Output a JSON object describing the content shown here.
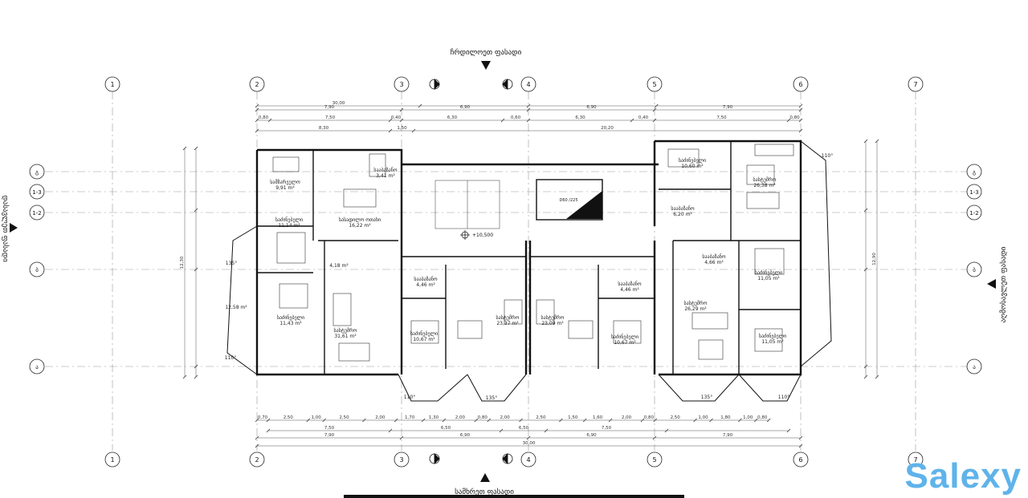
{
  "facades": {
    "north": "ჩრდილოეთ ფასადი",
    "south": "სამხრეთ ფასადი",
    "west": "დასავლეთ ფასადი",
    "east": "აღმოსავლეთ ფასადი"
  },
  "axes": {
    "columns": [
      "1",
      "2",
      "3",
      "4",
      "5",
      "6",
      "7"
    ],
    "rows": [
      "გ",
      "1-3",
      "1-2",
      "ბ",
      "ა"
    ]
  },
  "dimensions": {
    "total": "30,00",
    "top_row1": [
      "7,90",
      "6,90",
      "6,90",
      "7,90"
    ],
    "top_row2": [
      "0,80",
      "7,50",
      "0,40",
      "6,30",
      "0,60",
      "6,30",
      "0,40",
      "7,50",
      "0,80"
    ],
    "top_row3": [
      "8,30",
      "1,50",
      "20,20"
    ],
    "bottom_row1": [
      "0,70",
      "2,50",
      "1,00",
      "2,50",
      "2,00",
      "1,70",
      "1,30",
      "2,00",
      "0,80",
      "2,00",
      "2,50",
      "1,50",
      "1,60",
      "2,00",
      "0,80",
      "2,50",
      "1,00",
      "1,80",
      "1,00",
      "0,80"
    ],
    "bottom_row2": [
      "7,50",
      "6,50",
      "6,50",
      "7,50"
    ],
    "bottom_row3": [
      "7,90",
      "6,90",
      "6,90",
      "7,90"
    ],
    "left_total": "12,30",
    "right_total": "12,90",
    "level": "+10,500",
    "lift_label": "D60 /225"
  },
  "rooms": [
    {
      "name": "სამზარეულო",
      "area": "9,91 m²"
    },
    {
      "name": "სააბაზანო",
      "area": "3,41 m²"
    },
    {
      "name": "საძინებელი",
      "area": "11,14 m²"
    },
    {
      "name": "სასადილო ოთახი",
      "area": "16,22 m²"
    },
    {
      "name": "",
      "area": "4,18 m²"
    },
    {
      "name": "",
      "area": "12,58 m²"
    },
    {
      "name": "საძინებელი",
      "area": "11,43 m²"
    },
    {
      "name": "სასტუმრო",
      "area": "31,61 m²"
    },
    {
      "name": "სააბაზანო",
      "area": "4,46 m²"
    },
    {
      "name": "საძინებელი",
      "area": "10,67 m²"
    },
    {
      "name": "სასტუმრო",
      "area": "23,37 m²"
    },
    {
      "name": "სასტუმრო",
      "area": "23,09 m²"
    },
    {
      "name": "სააბაზანო",
      "area": "4,46 m²"
    },
    {
      "name": "საძინებელი",
      "area": "10,67 m²"
    },
    {
      "name": "საძინებელი",
      "area": "10,60 m²"
    },
    {
      "name": "სააბაზანო",
      "area": "6,20 m²"
    },
    {
      "name": "სასტუმრო",
      "area": "26,38 m²"
    },
    {
      "name": "სააბაზანო",
      "area": "4,66 m²"
    },
    {
      "name": "საძინებელი",
      "area": "11,05 m²"
    },
    {
      "name": "სასტუმრო",
      "area": "26,29 m²"
    },
    {
      "name": "საძინებელი",
      "area": "11,05 m²"
    }
  ],
  "angles": [
    "135°",
    "110°",
    "135°",
    "110°",
    "135°",
    "110°",
    "110°"
  ],
  "watermark": "Salexy"
}
